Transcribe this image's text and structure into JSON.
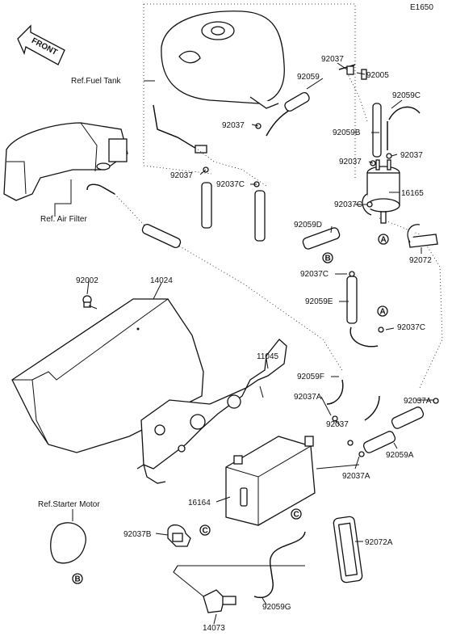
{
  "diagram": {
    "code": "E1650",
    "front_arrow": "FRONT",
    "refs": {
      "fuel_tank": "Ref.Fuel Tank",
      "air_filter": "Ref. Air Filter",
      "starter_motor": "Ref.Starter Motor"
    },
    "markers": {
      "a": "A",
      "b": "B",
      "c": "C"
    },
    "parts": {
      "p92037_tank_top": "92037",
      "p92059_top": "92059",
      "p92005": "92005",
      "p92059C": "92059C",
      "p92037_tank_left": "92037",
      "p92059B": "92059B",
      "p92037_filter_top": "92037",
      "p92037_filter_right": "92037",
      "p92037_bottom_left": "92037",
      "p92037C_mid": "92037C",
      "p16165": "16165",
      "p92037C_filter": "92037C",
      "p92059D": "92059D",
      "p92072": "92072",
      "p92037C_b": "92037C",
      "p92002": "92002",
      "p14024": "14024",
      "p92059E": "92059E",
      "p92037C_a": "92037C",
      "p11045": "11045",
      "p92059F": "92059F",
      "p92037A_left": "92037A",
      "p92037_center": "92037",
      "p92037A_right": "92037A",
      "p92059A": "92059A",
      "p92037A_bottom": "92037A",
      "p16164": "16164",
      "p92037B": "92037B",
      "p92072A": "92072A",
      "p92059G": "92059G",
      "p14073": "14073"
    }
  }
}
